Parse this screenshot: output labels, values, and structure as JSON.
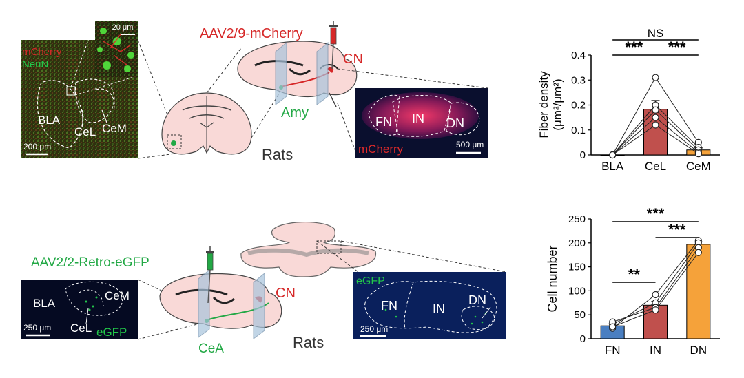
{
  "colors": {
    "red": "#d62828",
    "green": "#22a845",
    "bar_red": "#c0504d",
    "bar_blue": "#4a7fc1",
    "bar_orange": "#f5a23a",
    "dark_bg": "#0a0f2e",
    "pink": "#f9d9d7"
  },
  "top": {
    "micro": {
      "mcherry": "mCherry",
      "neun": "NeuN",
      "inset_scale": "20 μm",
      "scale": "200 μm",
      "bla": "BLA",
      "cel": "CeL",
      "cem": "CeM"
    },
    "virus": "AAV2/9-mCherry",
    "cn": "CN",
    "amy": "Amy",
    "rats": "Rats",
    "cb_img": {
      "fn": "FN",
      "in": "IN",
      "dn": "DN",
      "label": "mCherry",
      "scale": "500 μm"
    }
  },
  "bottom": {
    "virus": "AAV2/2-Retro-eGFP",
    "cn": "CN",
    "cea": "CeA",
    "rats": "Rats",
    "amy_img": {
      "bla": "BLA",
      "cem": "CeM",
      "cel": "CeL",
      "label": "eGFP",
      "scale": "250 μm"
    },
    "cb_img": {
      "label": "eGFP",
      "fn": "FN",
      "in": "IN",
      "dn": "DN",
      "scale": "250 μm"
    }
  },
  "chart_data": [
    {
      "type": "bar",
      "ylabel_line1": "Fiber density",
      "ylabel_line2": "(μm²/μm²)",
      "categories": [
        "BLA",
        "CeL",
        "CeM"
      ],
      "values": [
        0.0,
        0.183,
        0.02
      ],
      "errors": [
        0.0,
        0.035,
        0.008
      ],
      "points": [
        [
          0,
          0,
          0,
          0,
          0
        ],
        [
          0.31,
          0.2,
          0.18,
          0.15,
          0.12
        ],
        [
          0.05,
          0.03,
          0.02,
          0.01,
          0.005
        ]
      ],
      "ylim": [
        0,
        0.4
      ],
      "yticks": [
        "0",
        "0.1",
        "0.2",
        "0.3",
        "0.4"
      ],
      "significance": [
        {
          "label": "NS",
          "from": 0,
          "to": 2
        },
        {
          "label": "***",
          "from": 0,
          "to": 1
        },
        {
          "label": "***",
          "from": 1,
          "to": 2
        }
      ]
    },
    {
      "type": "bar",
      "ylabel": "Cell number",
      "categories": [
        "FN",
        "IN",
        "DN"
      ],
      "values": [
        27,
        70,
        197
      ],
      "errors": [
        4,
        8,
        5
      ],
      "points": [
        [
          22,
          30,
          35,
          25
        ],
        [
          92,
          75,
          65,
          60
        ],
        [
          205,
          200,
          190,
          180
        ]
      ],
      "ylim": [
        0,
        250
      ],
      "yticks": [
        "0",
        "50",
        "100",
        "150",
        "200",
        "250"
      ],
      "significance": [
        {
          "label": "***",
          "from": 0,
          "to": 2
        },
        {
          "label": "***",
          "from": 1,
          "to": 2
        },
        {
          "label": "**",
          "from": 0,
          "to": 1
        }
      ]
    }
  ]
}
